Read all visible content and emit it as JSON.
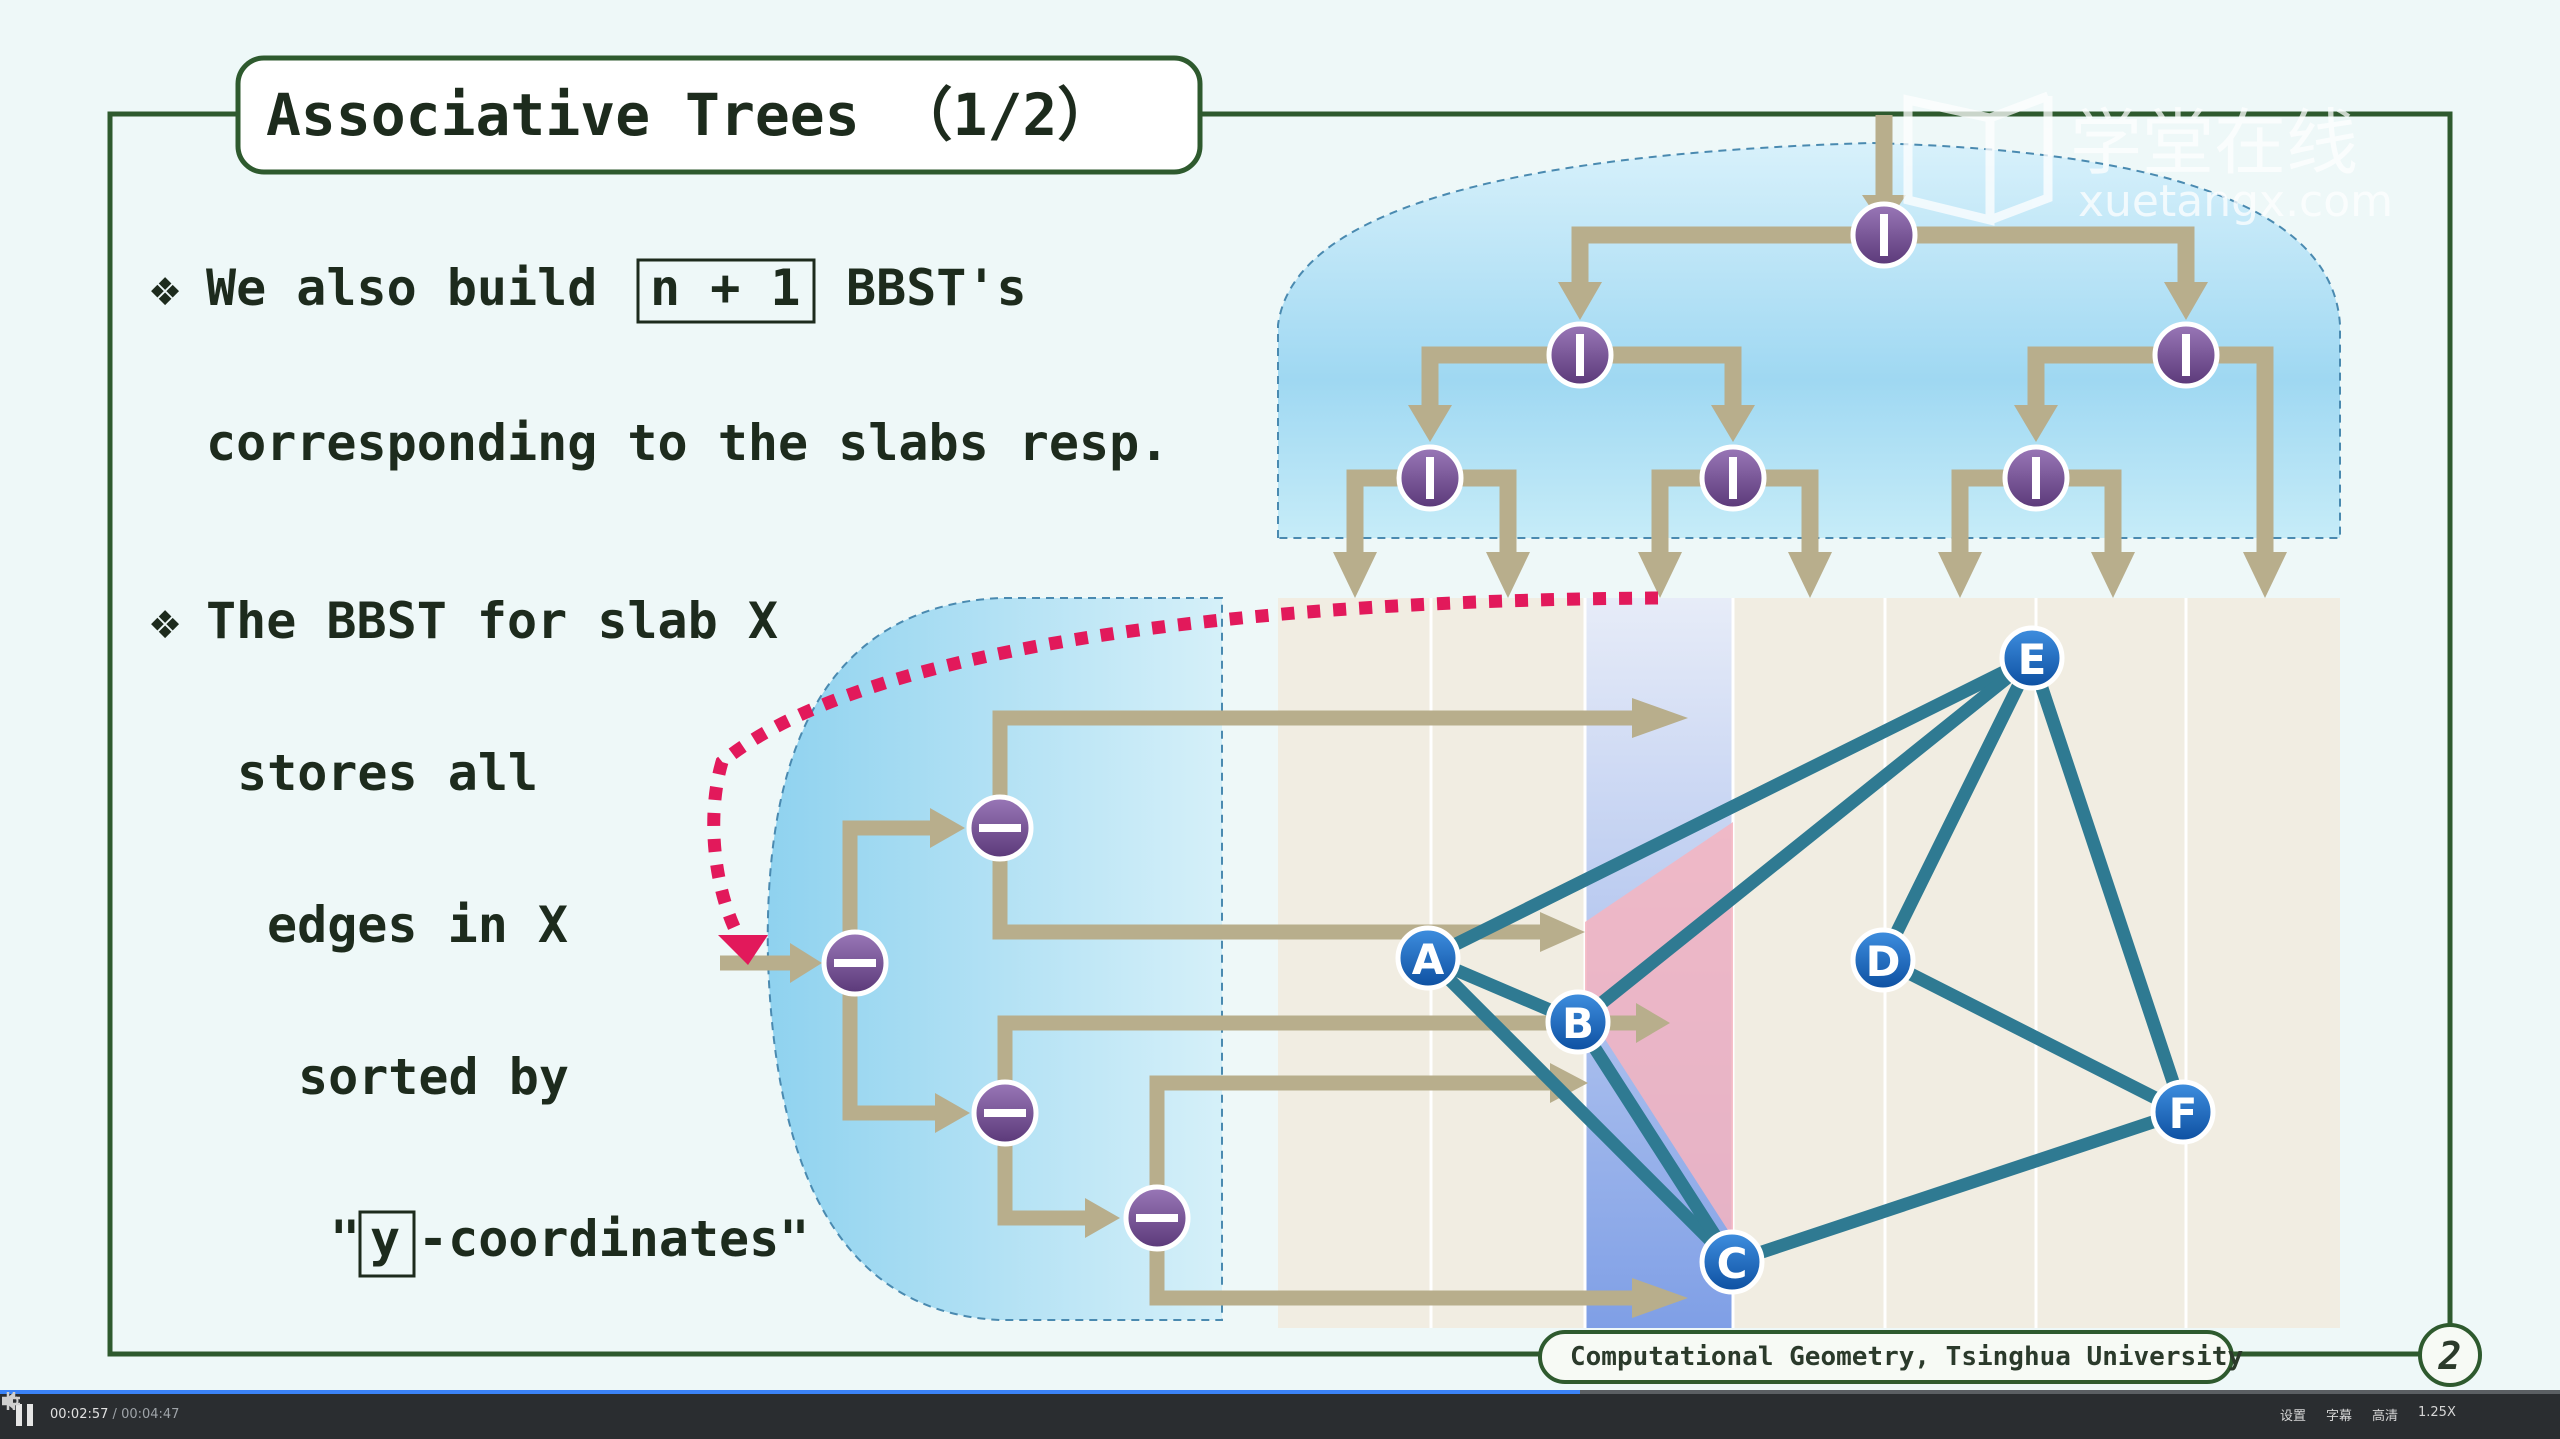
{
  "slide": {
    "title": "Associative Trees （1/2）",
    "bullet_glyph": "❖",
    "bullet1": {
      "prefix": "We also build",
      "boxed": "n + 1",
      "suffix": "BBST's",
      "line2": "corresponding to the slabs resp."
    },
    "bullet2": {
      "line1": "The BBST for slab X",
      "line2": "stores all",
      "line3": "edges in X",
      "line4": "sorted by",
      "line5_open": "\"",
      "line5_boxed": "y",
      "line5_rest": "-coordinates\""
    },
    "points": [
      "A",
      "B",
      "C",
      "D",
      "E",
      "F"
    ],
    "footer": "Computational Geometry, Tsinghua University",
    "page_badge": "2",
    "watermark": {
      "cn": "学堂在线",
      "en": "xuetangx.com"
    }
  },
  "colors": {
    "frame": "#2e5a2e",
    "arrow": "#b8ae8c",
    "edge": "#2f7a92",
    "node_purple": "#6e4a8e",
    "point_blue": "#1565c0",
    "highlight_slab": "#a9c4ef",
    "pink": "#f5b8c4",
    "dotted": "#e2195b",
    "tree_region": "#b6e3f6"
  },
  "player": {
    "current_time": "00:02:57",
    "separator": "/",
    "duration": "00:04:47",
    "progress": 0.617,
    "settings_label": "设置",
    "subtitle_label": "字幕",
    "quality_label": "高清",
    "speed_label": "1.25X"
  }
}
